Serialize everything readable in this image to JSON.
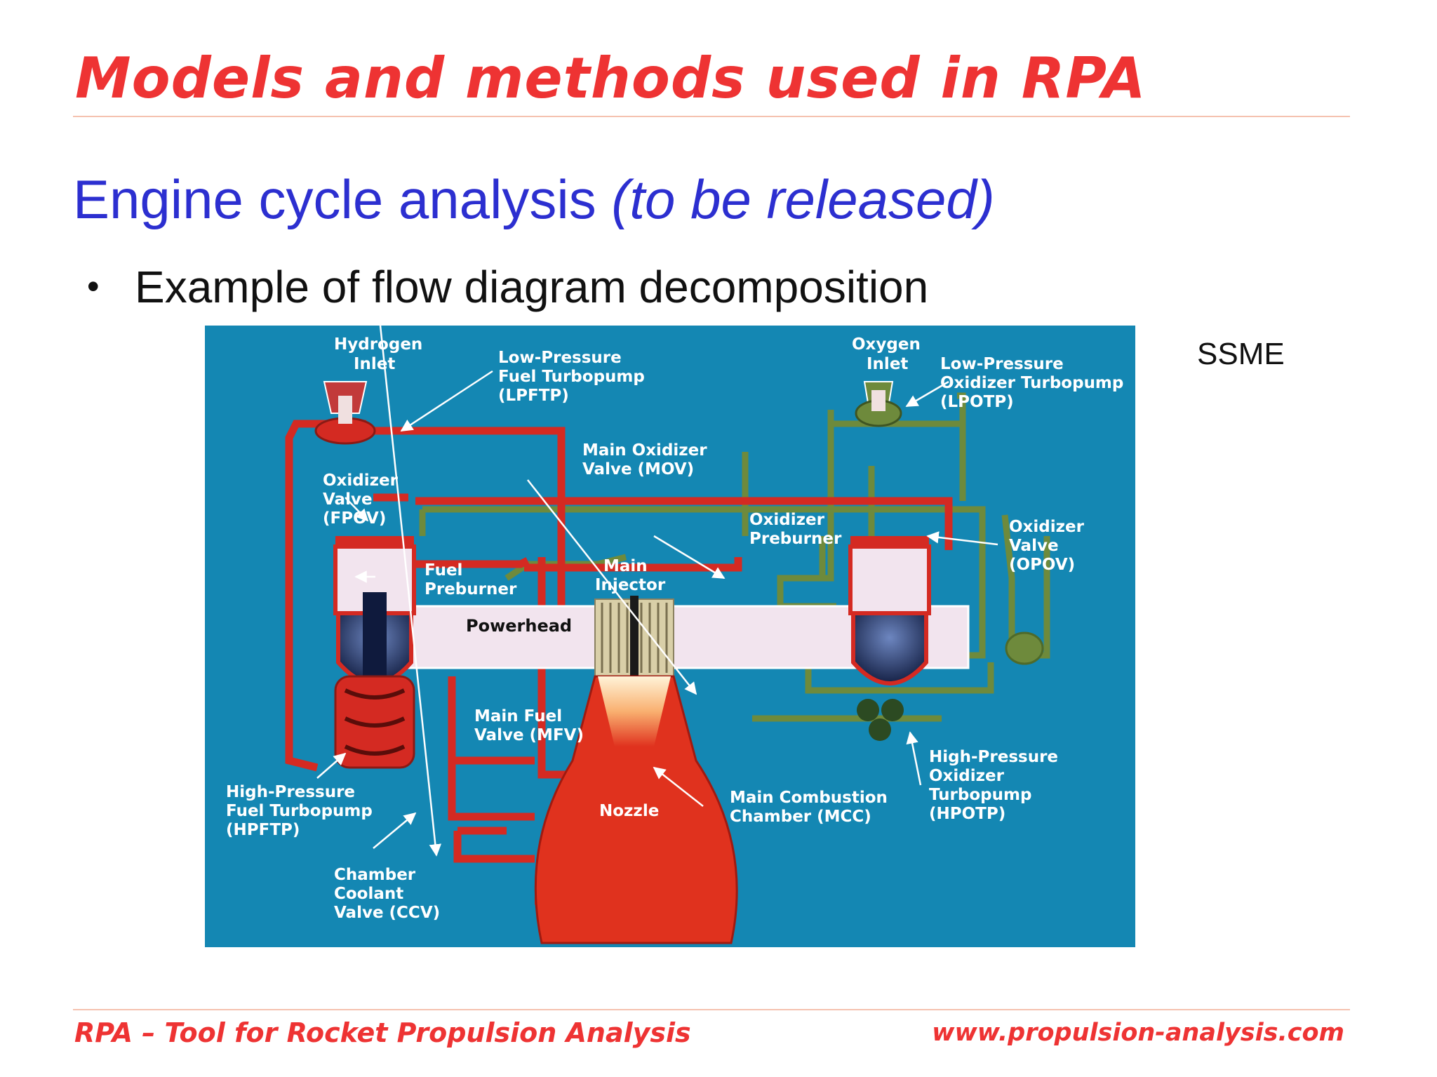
{
  "slide": {
    "title": "Models and methods used in RPA",
    "subtitle_main": "Engine cycle analysis ",
    "subtitle_italic": "(to be released)",
    "bullet": "Example of flow diagram decomposition",
    "side_label": "SSME"
  },
  "footer": {
    "left": "RPA – Tool for Rocket Propulsion Analysis",
    "right": "www.propulsion-analysis.com"
  },
  "diagram": {
    "colors": {
      "background": "#1487b3",
      "fuel_line": "#d42a22",
      "oxidizer_line": "#6e8a3c",
      "hot_gas": "#f2e4ee",
      "turbopump": "#1a2a55",
      "nozzle": "#e0321e"
    },
    "labels": {
      "hydrogen_inlet_1": "Hydrogen",
      "hydrogen_inlet_2": "Inlet",
      "lpftp_1": "Low-Pressure",
      "lpftp_2": "Fuel Turbopump",
      "lpftp_3": "(LPFTP)",
      "oxygen_inlet_1": "Oxygen",
      "oxygen_inlet_2": "Inlet",
      "lpotp_1": "Low-Pressure",
      "lpotp_2": "Oxidizer Turbopump",
      "lpotp_3": "(LPOTP)",
      "mov_1": "Main Oxidizer",
      "mov_2": "Valve (MOV)",
      "fpov_1": "Oxidizer",
      "fpov_2": "Valve",
      "fpov_3": "(FPOV)",
      "ox_preburner_1": "Oxidizer",
      "ox_preburner_2": "Preburner",
      "opov_1": "Oxidizer",
      "opov_2": "Valve",
      "opov_3": "(OPOV)",
      "fuel_preburner_1": "Fuel",
      "fuel_preburner_2": "Preburner",
      "main_injector_1": "Main",
      "main_injector_2": "Injector",
      "powerhead": "Powerhead",
      "mfv_1": "Main Fuel",
      "mfv_2": "Valve (MFV)",
      "hpotp_1": "High-Pressure",
      "hpotp_2": "Oxidizer",
      "hpotp_3": "Turbopump",
      "hpotp_4": "(HPOTP)",
      "hpftp_1": "High-Pressure",
      "hpftp_2": "Fuel Turbopump",
      "hpftp_3": "(HPFTP)",
      "nozzle": "Nozzle",
      "mcc_1": "Main Combustion",
      "mcc_2": "Chamber (MCC)",
      "ccv_1": "Chamber",
      "ccv_2": "Coolant",
      "ccv_3": "Valve (CCV)"
    }
  }
}
